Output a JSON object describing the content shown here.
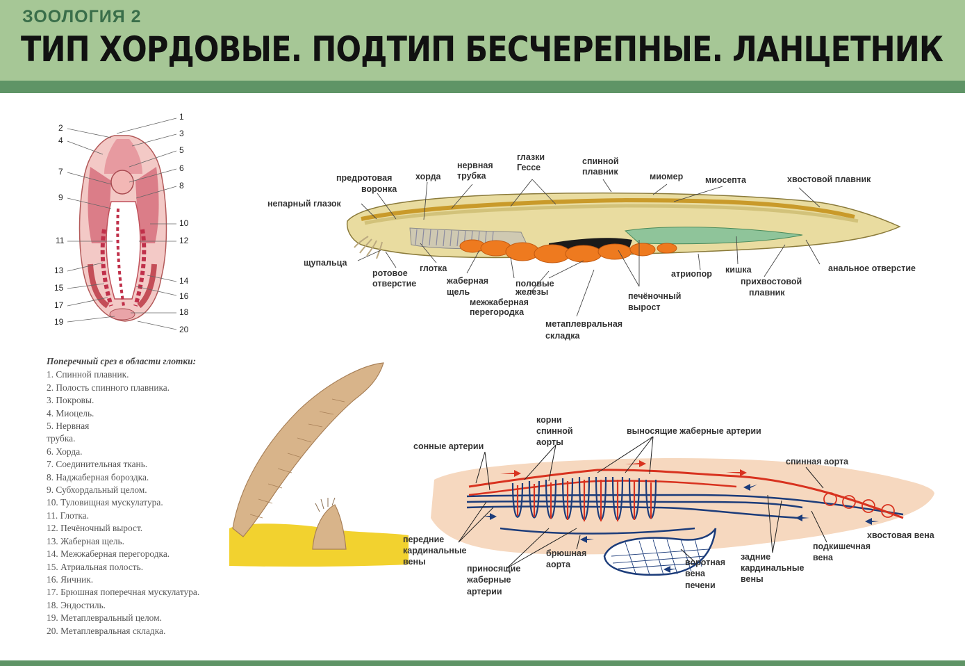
{
  "header": {
    "subject": "ЗООЛОГИЯ 2",
    "title": "ТИП ХОРДОВЫЕ. ПОДТИП БЕСЧЕРЕПНЫЕ. ЛАНЦЕТНИК"
  },
  "colors": {
    "header_bg": "#a6c796",
    "stripe": "#5f9466",
    "artery": "#d8321f",
    "vein": "#1c3c7a",
    "gonads": "#ee7a1f",
    "body": "#f6d8bf"
  },
  "cross_section": {
    "numbers": [
      "1",
      "2",
      "3",
      "4",
      "5",
      "6",
      "7",
      "8",
      "9",
      "10",
      "11",
      "12",
      "13",
      "14",
      "15",
      "16",
      "17",
      "18",
      "19",
      "20"
    ]
  },
  "legend": {
    "title": "Поперечный срез в области глотки:",
    "items": [
      "1. Спинной плавник.",
      "2. Полость спинного плавника.",
      "3. Покровы.",
      "4. Миоцель.",
      "5. Нервная",
      "трубка.",
      "6. Хорда.",
      "7. Соединительная  ткань.",
      "8. Наджаберная бороздка.",
      "9. Субхордальный целом.",
      "10. Туловищная мускулатура.",
      "11. Глотка.",
      "12. Печёночный вырост.",
      "13.  Жаберная щель.",
      "14. Межжаберная перегородка.",
      "15. Атриальная полость.",
      "16. Яичник.",
      "17. Брюшная  поперечная мускулатура.",
      "18.  Эндостиль.",
      "19. Метаплевральный целом.",
      "20. Метаплевральная  складка."
    ]
  },
  "anatomy_labels": {
    "predrot_1": "предротовая",
    "predrot_2": "воронка",
    "chorda": "хорда",
    "nerv_1": "нервная",
    "nerv_2": "трубка",
    "hesse_1": "глазки",
    "hesse_2": "Гессе",
    "dorsal_1": "спинной",
    "dorsal_2": "плавник",
    "myomer": "миомер",
    "myosepta": "миосепта",
    "tail_fin": "хвостовой плавник",
    "eye": "непарный глазок",
    "tentacles": "щупальца",
    "mouth_1": "ротовое",
    "mouth_2": "отверстие",
    "pharynx": "глотка",
    "gill_1": "жаберная",
    "gill_2": "щель",
    "gonads_1": "половые",
    "gonads_2": "железы",
    "septum_1": "межжаберная",
    "septum_2": "перегородка",
    "metapl_1": "метаплевральная",
    "metapl_2": "складка",
    "liver_1": "печёночный",
    "liver_2": "вырост",
    "atriopore": "атриопор",
    "gut": "кишка",
    "anus": "анальное отверстие",
    "pretail_1": "прихвостовой",
    "pretail_2": "плавник"
  },
  "circulation_labels": {
    "roots_1": "корни",
    "roots_2": "спинной",
    "roots_3": "аорты",
    "efferent": "выносящие жаберные артерии",
    "carotid": "сонные артерии",
    "dorsal_aorta": "спинная аорта",
    "ant_card_1": "передние",
    "ant_card_2": "кардинальные",
    "ant_card_3": "вены",
    "afferent_1": "приносящие",
    "afferent_2": "жаберные",
    "afferent_3": "артерии",
    "ventral_1": "брюшная",
    "ventral_2": "аорта",
    "portal_1": "воротная",
    "portal_2": "вена",
    "portal_3": "печени",
    "post_card_1": "задние",
    "post_card_2": "кардинальные",
    "post_card_3": "вены",
    "subint_1": "подкишечная",
    "subint_2": "вена",
    "tail_vein": "хвостовая вена"
  }
}
